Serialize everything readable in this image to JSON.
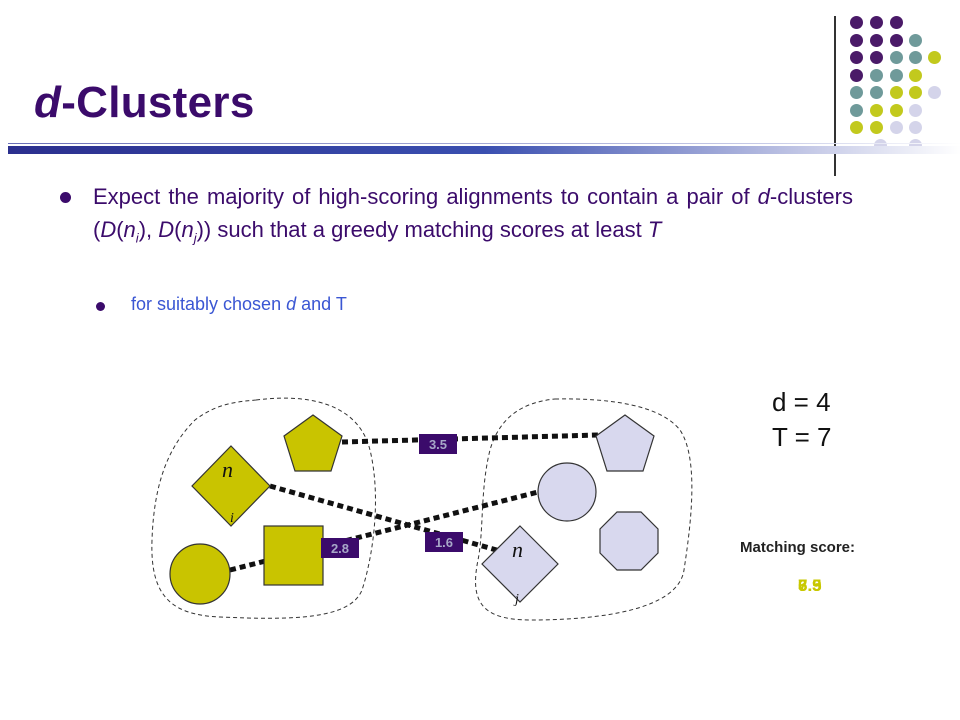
{
  "title": {
    "d": "d",
    "rest": "-Clusters"
  },
  "bullets": {
    "main": {
      "part1": "Expect the majority of high-scoring alignments to contain a pair of ",
      "d1": "d",
      "part2": "-clusters (",
      "D1": "D",
      "open1": "(",
      "n1": "n",
      "i": "i",
      "close1": "), ",
      "D2": "D",
      "open2": "(",
      "n2": "n",
      "j": "j",
      "close2": ")) such that a greedy matching scores at least ",
      "T": "T"
    },
    "sub": {
      "part1": "for suitably chosen ",
      "d": "d",
      "part2": " and T"
    }
  },
  "params": {
    "d": "d = 4",
    "T": "T = 7"
  },
  "matching": {
    "label": "Matching score:",
    "values": [
      "7.9",
      "6.3",
      "3.5"
    ]
  },
  "diagram": {
    "edges": [
      "3.5",
      "1.6",
      "2.8"
    ],
    "node_i": {
      "letter": "n",
      "sub": "i"
    },
    "node_j": {
      "letter": "n",
      "sub": "j"
    }
  },
  "colors": {
    "title": "#3b0b6b",
    "left_cluster": "#c9c400",
    "right_cluster": "#d8d8ee",
    "badge": "#3b0b6b",
    "badge_text": "#a7a7c8",
    "dot_purple": "#4a1a68",
    "dot_teal": "#6f9a9a",
    "dot_lime": "#c2c91d",
    "dot_lavender": "#d4d4ea"
  }
}
